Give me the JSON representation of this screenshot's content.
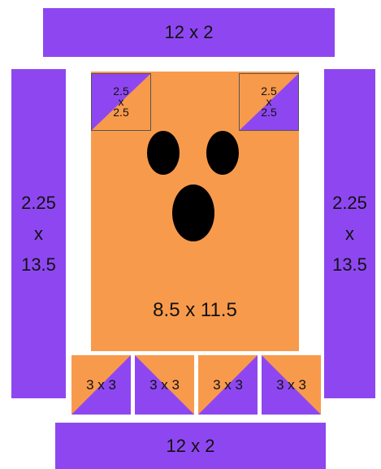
{
  "colors": {
    "purple": "#8e47f0",
    "orange": "#f89a4c",
    "black": "#000000",
    "white": "#ffffff"
  },
  "top_border": {
    "label": "12 x 2"
  },
  "bottom_border": {
    "label": "12 x 2"
  },
  "left_border": {
    "line1": "2.25",
    "line2": "x",
    "line3": "13.5"
  },
  "right_border": {
    "line1": "2.25",
    "line2": "x",
    "line3": "13.5"
  },
  "center_panel": {
    "label": "8.5 x 11.5"
  },
  "corner_blocks": [
    {
      "line1": "2.5",
      "line2": "x",
      "line3": "2.5"
    },
    {
      "line1": "2.5",
      "line2": "x",
      "line3": "2.5"
    }
  ],
  "bottom_blocks": [
    {
      "label": "3 x 3"
    },
    {
      "label": "3 x 3"
    },
    {
      "label": "3 x 3"
    },
    {
      "label": "3 x 3"
    }
  ]
}
